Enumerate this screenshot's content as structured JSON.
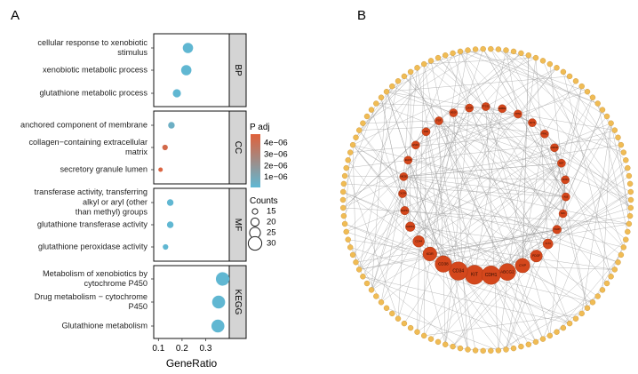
{
  "panels": {
    "a_label": "A",
    "b_label": "B"
  },
  "colors": {
    "low": "#5fb8d4",
    "high": "#e0603a",
    "strip": "#d4d4d4",
    "hub": "#d4471c",
    "outer": "#f0bc55",
    "edge": "#9a9a9a"
  },
  "chart_data": [
    {
      "type": "scatter",
      "title": "",
      "xlabel": "GeneRatio",
      "ylabel": "",
      "xlim": [
        0.08,
        0.4
      ],
      "xticks": [
        0.1,
        0.2,
        0.3
      ],
      "xtick_labels": [
        "0.1",
        "0.2",
        "0.3"
      ],
      "grid": false,
      "facets": [
        {
          "name": "BP",
          "terms": [
            {
              "label": [
                "cellular response to xenobiotic",
                "stimulus"
              ],
              "x": 0.225,
              "count": 24,
              "padj": 1.5e-07
            },
            {
              "label": [
                "xenobiotic metabolic process"
              ],
              "x": 0.218,
              "count": 24,
              "padj": 1.5e-07
            },
            {
              "label": [
                "glutathione metabolic process"
              ],
              "x": 0.178,
              "count": 20,
              "padj": 1.5e-07
            }
          ]
        },
        {
          "name": "CC",
          "terms": [
            {
              "label": [
                "anchored component of membrane"
              ],
              "x": 0.155,
              "count": 17,
              "padj": 6e-07
            },
            {
              "label": [
                "collagen−containing extracellular",
                "matrix"
              ],
              "x": 0.128,
              "count": 15,
              "padj": 4.3e-06
            },
            {
              "label": [
                "secretory granule lumen"
              ],
              "x": 0.109,
              "count": 13,
              "padj": 4.6e-06
            }
          ]
        },
        {
          "name": "MF",
          "terms": [
            {
              "label": [
                "transferase activity, transferring",
                "alkyl or aryl (other",
                "than methyl) groups"
              ],
              "x": 0.15,
              "count": 17,
              "padj": 1.5e-07
            },
            {
              "label": [
                "glutathione transferase activity"
              ],
              "x": 0.15,
              "count": 17,
              "padj": 1.5e-07
            },
            {
              "label": [
                "glutathione peroxidase activity"
              ],
              "x": 0.13,
              "count": 15,
              "padj": 1.5e-07
            }
          ]
        },
        {
          "name": "KEGG",
          "terms": [
            {
              "label": [
                "Metabolism of xenobiotics by",
                "cytochrome P450"
              ],
              "x": 0.372,
              "count": 30,
              "padj": 1.5e-07
            },
            {
              "label": [
                "Drug metabolism − cytochrome",
                "P450"
              ],
              "x": 0.355,
              "count": 29,
              "padj": 1.5e-07
            },
            {
              "label": [
                "Glutathione metabolism"
              ],
              "x": 0.352,
              "count": 29,
              "padj": 1.5e-07
            }
          ]
        }
      ],
      "color_legend": {
        "title": "P adj",
        "ticks": [
          4e-06,
          3e-06,
          2e-06,
          1e-06
        ],
        "tick_labels": [
          "4e−06",
          "3e−06",
          "2e−06",
          "1e−06"
        ],
        "range": [
          1e-07,
          4.8e-06
        ]
      },
      "size_legend": {
        "title": "Counts",
        "values": [
          15,
          20,
          25,
          30
        ],
        "labels": [
          "15",
          "20",
          "25",
          "30"
        ]
      }
    },
    {
      "type": "network",
      "hubs": [
        "KIT",
        "CD34",
        "CD38",
        "KDR",
        "CD44",
        "MAPK1",
        "MAPK3",
        "CXCR4",
        "ABCB1",
        "EGFR",
        "ESR1",
        "CDK",
        "FGF",
        "VEGF",
        "CASP",
        "PTGS2",
        "ERBB2",
        "TP53",
        "AKT1",
        "PRKC",
        "HSP90",
        "MET",
        "NOS3",
        "ALB",
        "SRC",
        "PARP",
        "FLT3",
        "PDGF",
        "CYP",
        "ABCG2",
        "CDH1"
      ],
      "outer_node_count": 118,
      "edge_count": 290
    }
  ]
}
